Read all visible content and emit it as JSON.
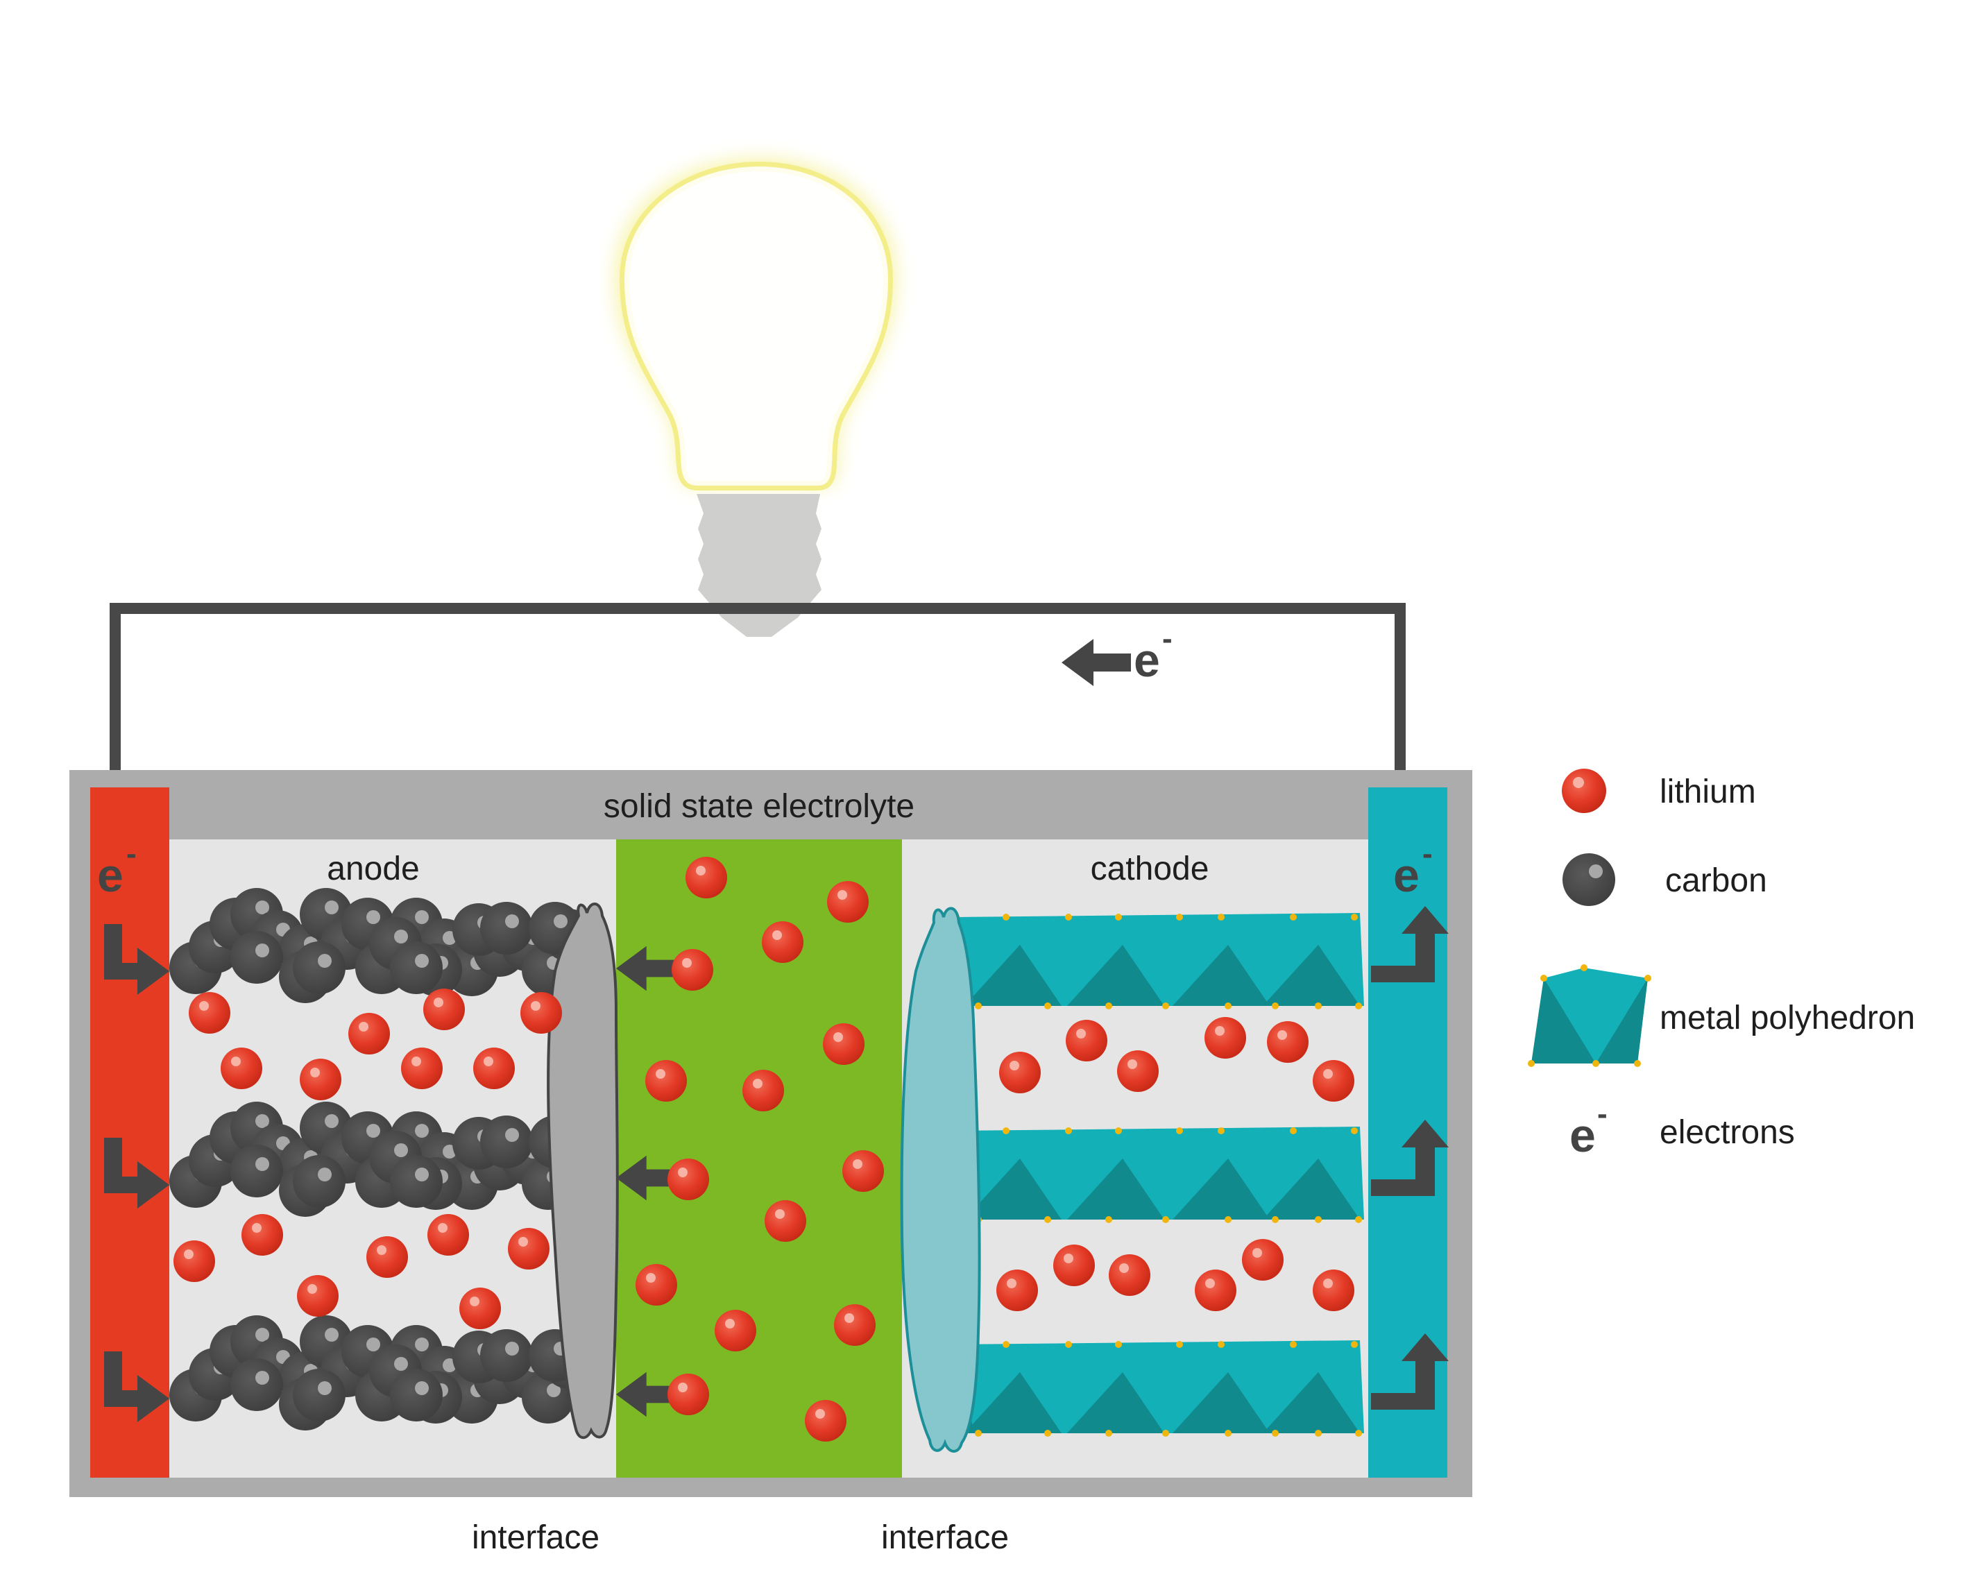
{
  "labels": {
    "electrolyte": "solid state electrolyte",
    "anode": "anode",
    "cathode": "cathode",
    "interface_left": "interface",
    "interface_right": "interface",
    "electron_symbol": "e",
    "electron_superscript": "-"
  },
  "legend": [
    {
      "icon": "lithium-ion-icon",
      "label": "lithium"
    },
    {
      "icon": "carbon-atom-icon",
      "label": "carbon"
    },
    {
      "icon": "metal-polyhedron-icon",
      "label": "metal polyhedron"
    },
    {
      "icon": "electron-symbol-icon",
      "label": "electrons"
    }
  ],
  "colors": {
    "lithium": "#e33a26",
    "carbon": "#454545",
    "anode_collector": "#e43b22",
    "cathode_collector": "#14b1bc",
    "electrolyte": "#7db924",
    "casing": "#acacac",
    "polyhedron_light": "#13b0b8",
    "polyhedron_dark": "#108a8d",
    "bulb_glow": "#f4ef9c",
    "wire": "#484848"
  }
}
